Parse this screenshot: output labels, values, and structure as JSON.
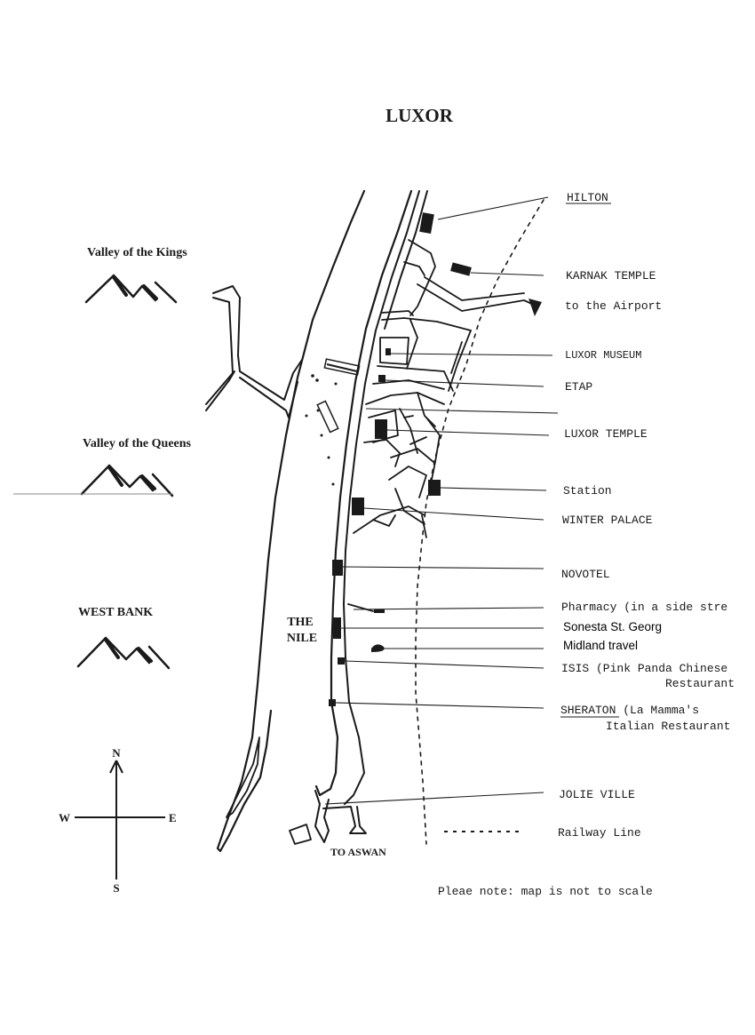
{
  "map": {
    "title": "LUXOR",
    "west_side": {
      "valley_kings": "Valley of the Kings",
      "valley_queens": "Valley of the Queens",
      "west_bank": "WEST BANK"
    },
    "river_label": {
      "line1": "THE",
      "line2": "NILE"
    },
    "compass": {
      "n": "N",
      "s": "S",
      "e": "E",
      "w": "W"
    },
    "to_aswan": "TO ASWAN",
    "places": {
      "hilton": "HILTON",
      "karnak": "KARNAK TEMPLE",
      "airport": "to the Airport",
      "museum": "LUXOR MUSEUM",
      "etap": "ETAP",
      "temple": "LUXOR TEMPLE",
      "station": "Station",
      "winter_palace": "WINTER PALACE",
      "novotel": "NOVOTEL",
      "pharmacy": "Pharmacy (in a side stre",
      "sonesta": "Sonesta St. Georg",
      "midland": "Midland travel",
      "isis_1": "ISIS (Pink Panda Chinese",
      "isis_2": "Restaurant",
      "sheraton_1": "SHERATON",
      "sheraton_1b": " (La Mamma's",
      "sheraton_2": "Italian Restaurant",
      "jolie": "JOLIE VILLE"
    },
    "legend": {
      "railway": "Railway Line"
    },
    "note": "Pleae note: map is not to scale"
  }
}
